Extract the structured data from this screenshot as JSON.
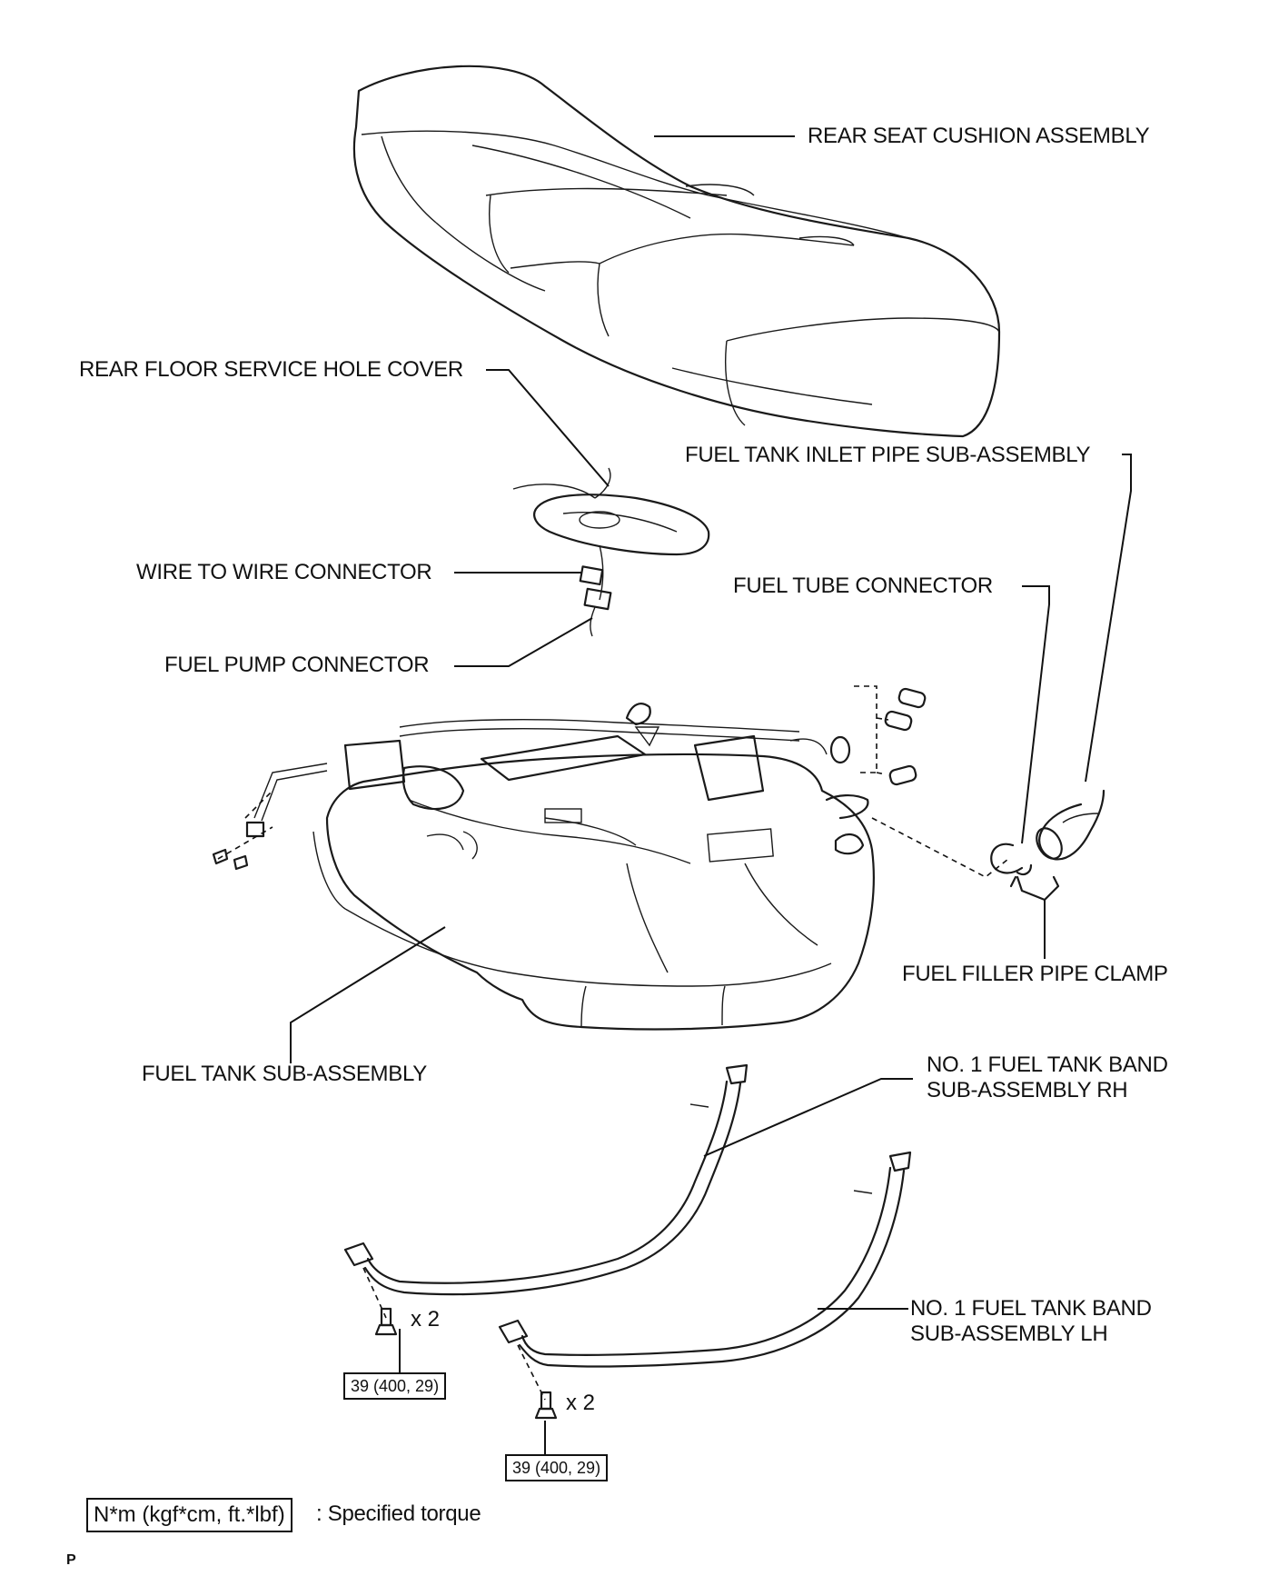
{
  "labels": {
    "rear_seat_cushion": "REAR SEAT CUSHION ASSEMBLY",
    "rear_floor_service_hole_cover": "REAR FLOOR SERVICE HOLE COVER",
    "fuel_tank_inlet_pipe": "FUEL TANK INLET PIPE SUB-ASSEMBLY",
    "wire_to_wire_connector": "WIRE TO WIRE CONNECTOR",
    "fuel_tube_connector": "FUEL TUBE CONNECTOR",
    "fuel_pump_connector": "FUEL PUMP CONNECTOR",
    "fuel_filler_pipe_clamp": "FUEL FILLER PIPE CLAMP",
    "fuel_tank_sub_assembly": "FUEL TANK SUB-ASSEMBLY",
    "band_rh_line1": "NO. 1 FUEL TANK BAND",
    "band_rh_line2": "SUB-ASSEMBLY RH",
    "band_lh_line1": "NO. 1 FUEL TANK BAND",
    "band_lh_line2": "SUB-ASSEMBLY LH"
  },
  "bolts": {
    "rh_qty": "x 2",
    "rh_torque": "39 (400, 29)",
    "lh_qty": "x 2",
    "lh_torque": "39 (400, 29)"
  },
  "legend": {
    "unit_box": "N*m (kgf*cm, ft.*lbf)",
    "description": ": Specified torque"
  },
  "corner_mark": "P"
}
